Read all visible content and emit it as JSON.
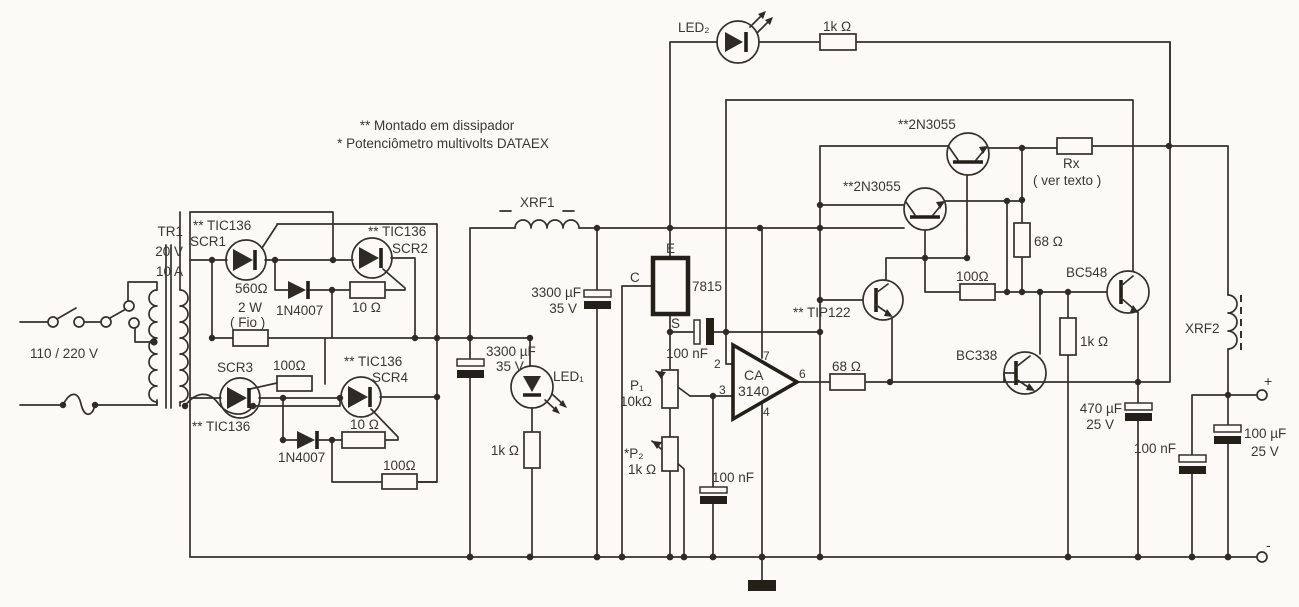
{
  "figure": {
    "kind": "circuit-schematic",
    "background": "#fbfaf6",
    "ink": "#34312c"
  },
  "notes": {
    "line1": "** Montado em dissipador",
    "line2": "* Potenciômetro multivolts DATAEX"
  },
  "labels": {
    "input": {
      "voltage": "110 / 220 V",
      "tr1": "TR1",
      "tr1_volts": "20 V",
      "tr1_amps": "10 A"
    },
    "bridge": {
      "scr1_type": "** TIC136",
      "scr1": "SCR1",
      "scr2_type": "** TIC136",
      "scr2": "SCR2",
      "scr3": "SCR3",
      "scr3_type": "** TIC136",
      "scr4_type": "** TIC136",
      "scr4": "SCR4",
      "r560": "560Ω",
      "r560_w": "2 W",
      "r560_fio": "( Fio )",
      "d1": "1N4007",
      "d2": "1N4007",
      "r10a": "10 Ω",
      "r10b": "10 Ω",
      "r100a": "100Ω",
      "r100b": "100Ω"
    },
    "filter": {
      "xrf1": "XRF1",
      "c1": "3300 µF",
      "c1_v": "35 V",
      "c2": "3300 µF",
      "c2_v": "35 V",
      "led1": "LED₁",
      "r1k": "1k Ω"
    },
    "regulator": {
      "pin_e": "E",
      "pin_c": "C",
      "pin_s": "S",
      "chip": "7815",
      "c100": "100 nF"
    },
    "control": {
      "p1": "P₁",
      "p1_val": "10kΩ",
      "p2": "*P₂",
      "p2_val": "1k Ω",
      "opamp_l1": "CA",
      "opamp_l2": "3140",
      "pin2": "2",
      "pin3": "3",
      "pin4": "4",
      "pin6": "6",
      "pin7": "7",
      "c100": "100 nF",
      "r68": "68 Ω"
    },
    "power": {
      "led2": "LED₂",
      "r1k_led2": "1k Ω",
      "q1": "**2N3055",
      "q2": "**2N3055",
      "tip122": "** TIP122",
      "rx": "Rx",
      "rx_note": "( ver texto )",
      "r68": "68 Ω",
      "r100": "100Ω",
      "bc548": "BC548",
      "r1k_bc": "1k Ω",
      "bc338": "BC338"
    },
    "output": {
      "xrf2": "XRF2",
      "c470": "470 µF",
      "c470_v": "25 V",
      "c100n": "100 nF",
      "c100u": "100 µF",
      "c100u_v": "25 V",
      "plus": "+",
      "minus": "-"
    }
  }
}
